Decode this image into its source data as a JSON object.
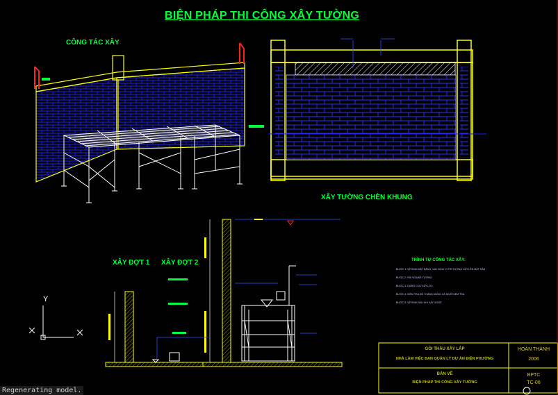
{
  "drawing": {
    "title": "BIỆN PHÁP THI CÔNG XÂY TƯỜNG",
    "views": {
      "masonry_work": "CÔNG TÁC XÂY",
      "infill_wall": "XÂY TƯỜNG CHÈN KHUNG",
      "stage_1": "XÂY ĐỢT 1",
      "stage_2": "XÂY ĐỢT 2"
    },
    "sequence": {
      "title": "TRÌNH TỰ CÔNG TÁC XÂY:",
      "items": [
        "BƯỚC 1: VỆ SINH MẶT BẰNG, XÁC ĐỊNH VỊ TRÍ TƯỜNG XÂY LÊN MẶT SÀN",
        "BƯỚC 2: RẢI VỮA ĐỂ TƯỜNG",
        "BƯỚC 3: DỰNG CỌC XÂY LÓC",
        "BƯỚC 4: KIỂM TRA ĐỘ THẲNG ĐỨNG VÀ NIVÔ KIỂM TRA",
        "BƯỚC 5: VỆ SINH SAU KHI XÂY XONG"
      ]
    },
    "title_block": {
      "company": "GÓI THẦU XÂY LẮP",
      "project": "NHÀ LÀM VIỆC BAN QUẢN LÝ DỰ ÁN ĐIỆN PHƯỜNG",
      "status": "HOÀN THÀNH",
      "year": "2006",
      "sheet_label": "BẢN VẼ",
      "sheet_name": "BIỆN PHÁP THI CÔNG XÂY TƯỜNG",
      "sheet_code": "BPTC",
      "sheet_number": "TC-06"
    },
    "ucs": {
      "y": "Y",
      "x": "X"
    },
    "colors": {
      "background": "#000000",
      "brick": "#1a1aff",
      "frame": "#ffff00",
      "label": "#00ff3c",
      "scaffold": "#ffffff",
      "title_block_border": "#ffff00",
      "crosshair": "#ff0000"
    }
  },
  "status_bar": {
    "message": "Regenerating model."
  }
}
